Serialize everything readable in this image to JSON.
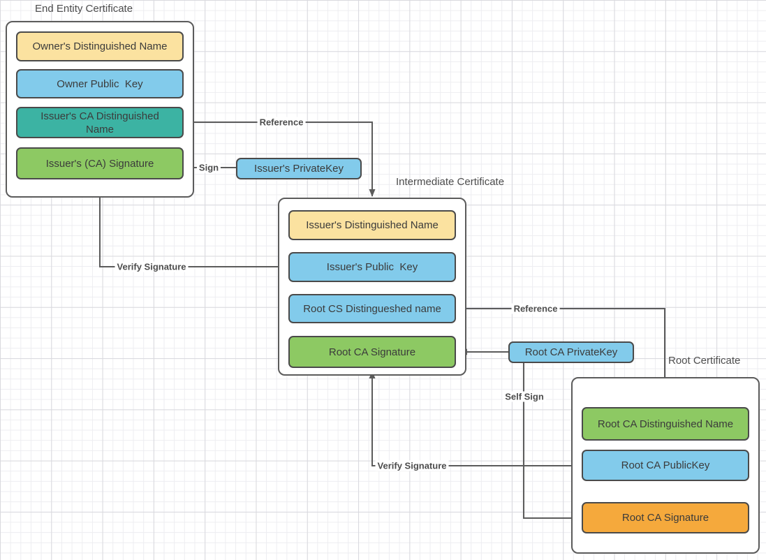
{
  "colors": {
    "yellow": "#FBE2A0",
    "blue": "#82CBEB",
    "teal": "#3CB3A3",
    "green": "#8DC963",
    "orange": "#F5A93C",
    "line": "#5B5B5B",
    "border": "#4A4A4A"
  },
  "containers": [
    {
      "title": "End Entity Certificate",
      "boxes": [
        {
          "label": "Owner's Distinguished Name",
          "fill": "yellow"
        },
        {
          "label": "Owner Public  Key",
          "fill": "blue"
        },
        {
          "label": "Issuer's CA Distinguished\nName",
          "fill": "teal"
        },
        {
          "label": "Issuer's (CA) Signature",
          "fill": "green"
        }
      ]
    },
    {
      "title": "Intermediate Certificate",
      "boxes": [
        {
          "label": "Issuer's Distinguished Name",
          "fill": "yellow"
        },
        {
          "label": "Issuer's Public  Key",
          "fill": "blue"
        },
        {
          "label": "Root CS Distingueshed name",
          "fill": "blue"
        },
        {
          "label": "Root CA Signature",
          "fill": "green"
        }
      ]
    },
    {
      "title": "Root Certificate",
      "boxes": [
        {
          "label": "Root CA Distinguished Name",
          "fill": "green"
        },
        {
          "label": "Root CA PublicKey",
          "fill": "blue"
        },
        {
          "label": "Root CA Signature",
          "fill": "orange"
        }
      ]
    }
  ],
  "keys": [
    {
      "label": "Issuer's PrivateKey",
      "fill": "blue"
    },
    {
      "label": "Root CA PrivateKey",
      "fill": "blue"
    }
  ],
  "connectors": {
    "sign": "Sign",
    "reference1": "Reference",
    "verify1": "Verify Signature",
    "reference2": "Reference",
    "self_sign": "Self Sign",
    "verify2": "Verify Signature"
  }
}
